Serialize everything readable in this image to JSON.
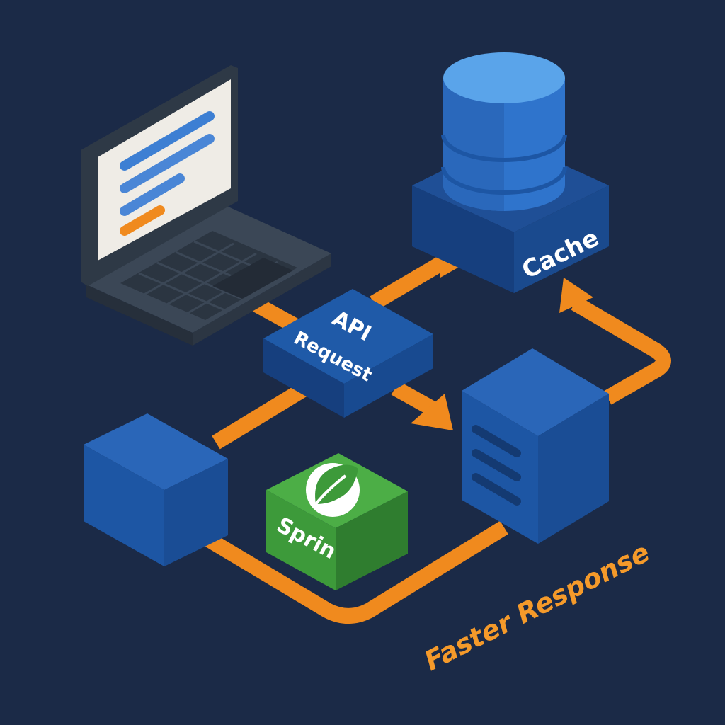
{
  "labels": {
    "cache": "Cache",
    "api_line1": "API",
    "api_line2": "Request",
    "spring": "Sprin",
    "caption": "Faster Response"
  },
  "colors": {
    "background": "#1b2a47",
    "arrow": "#f08a1e",
    "block_blue": "#1f5aa8",
    "spring_green": "#3d9a3a",
    "caption": "#f59a2a"
  },
  "icons": {
    "client": "laptop-icon",
    "cache": "database-cylinder-icon",
    "server": "server-rack-icon",
    "spring": "spring-leaf-icon"
  }
}
